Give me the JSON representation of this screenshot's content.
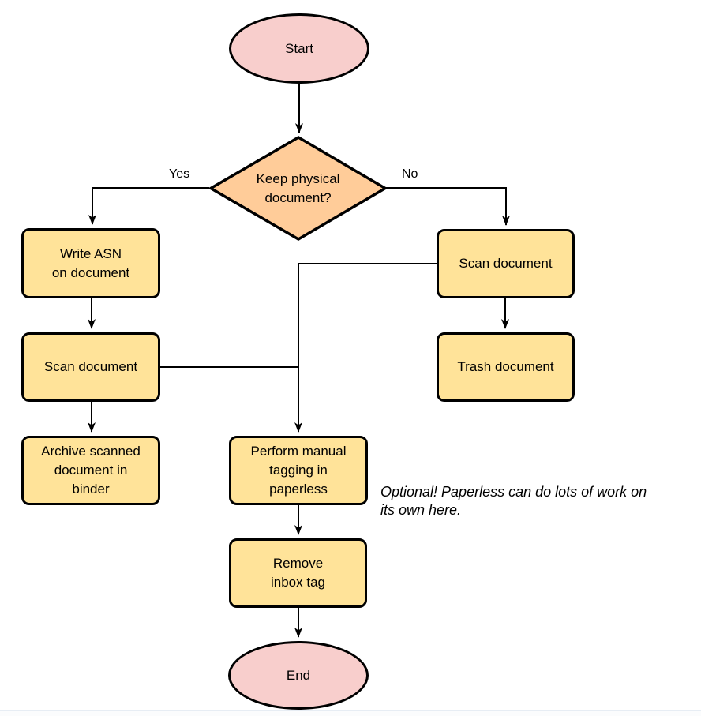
{
  "colors": {
    "terminal_fill": "#f8cecc",
    "decision_fill": "#ffcc99",
    "process_fill": "#ffe399",
    "stroke": "#000000"
  },
  "nodes": {
    "start": "Start",
    "decision": "Keep physical\ndocument?",
    "write_asn": "Write ASN\non document",
    "scan_left": "Scan document",
    "archive": "Archive scanned\ndocument in\nbinder",
    "scan_right": "Scan document",
    "trash": "Trash document",
    "tagging": "Perform manual\ntagging in\npaperless",
    "remove_inbox": "Remove\ninbox tag",
    "end": "End"
  },
  "edge_labels": {
    "yes": "Yes",
    "no": "No"
  },
  "annotation": "Optional! Paperless can do lots of work on\nits own here.",
  "edges": [
    {
      "from": "start",
      "to": "decision"
    },
    {
      "from": "decision",
      "to": "write_asn",
      "label": "Yes"
    },
    {
      "from": "decision",
      "to": "scan_right",
      "label": "No"
    },
    {
      "from": "write_asn",
      "to": "scan_left"
    },
    {
      "from": "scan_left",
      "to": "archive"
    },
    {
      "from": "scan_left",
      "to": "tagging"
    },
    {
      "from": "scan_right",
      "to": "tagging"
    },
    {
      "from": "scan_right",
      "to": "trash"
    },
    {
      "from": "tagging",
      "to": "remove_inbox"
    },
    {
      "from": "remove_inbox",
      "to": "end"
    }
  ]
}
